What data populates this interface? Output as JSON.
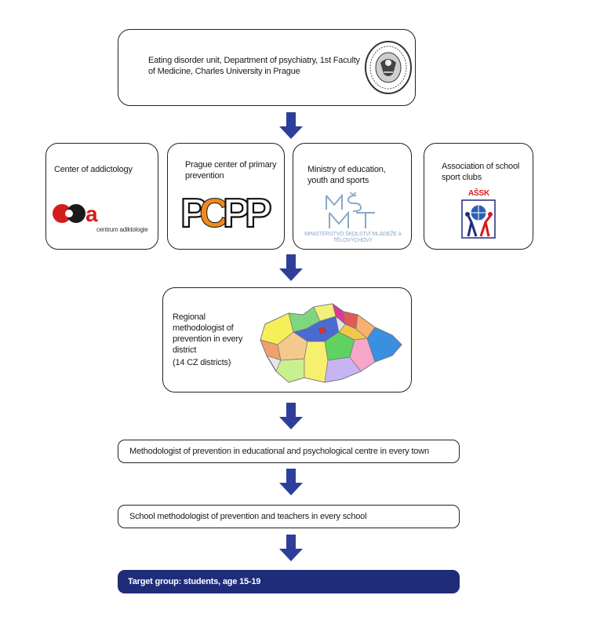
{
  "top": {
    "text": "Eating disorder unit, Department of psychiatry, 1st Faculty of Medicine, Charles University in Prague"
  },
  "partners": [
    {
      "label": "Center of addictology",
      "logo_caption": "centrum adiktologie",
      "icon": "centrum-adiktologie-logo"
    },
    {
      "label": "Prague center of primary prevention",
      "logo_text": "PCPP",
      "icon": "pcpp-logo"
    },
    {
      "label": "Ministry of education, youth and sports",
      "logo_text": "MŠMT",
      "logo_caption": "MINISTERSTVO ŠKOLSTVÍ MLÁDEŽE A TĚLOVÝCHOVY",
      "icon": "msmt-logo"
    },
    {
      "label": "Association of school sport clubs",
      "logo_text": "AŠSK",
      "icon": "assk-logo"
    }
  ],
  "regional": {
    "line1": "Regional methodologist of prevention in every district",
    "line2": "(14 CZ districts)"
  },
  "town": {
    "text": "Methodologist of prevention in educational and psychological centre in every town"
  },
  "school": {
    "text": "School methodologist of prevention and teachers in every school"
  },
  "target": {
    "text": "Target group: students, age 15-19"
  },
  "colors": {
    "arrow": "#2d3f9a",
    "target_bg": "#1f2c7a",
    "pcpp_accent": "#f08a1c",
    "addictology_red": "#d31c1c"
  }
}
